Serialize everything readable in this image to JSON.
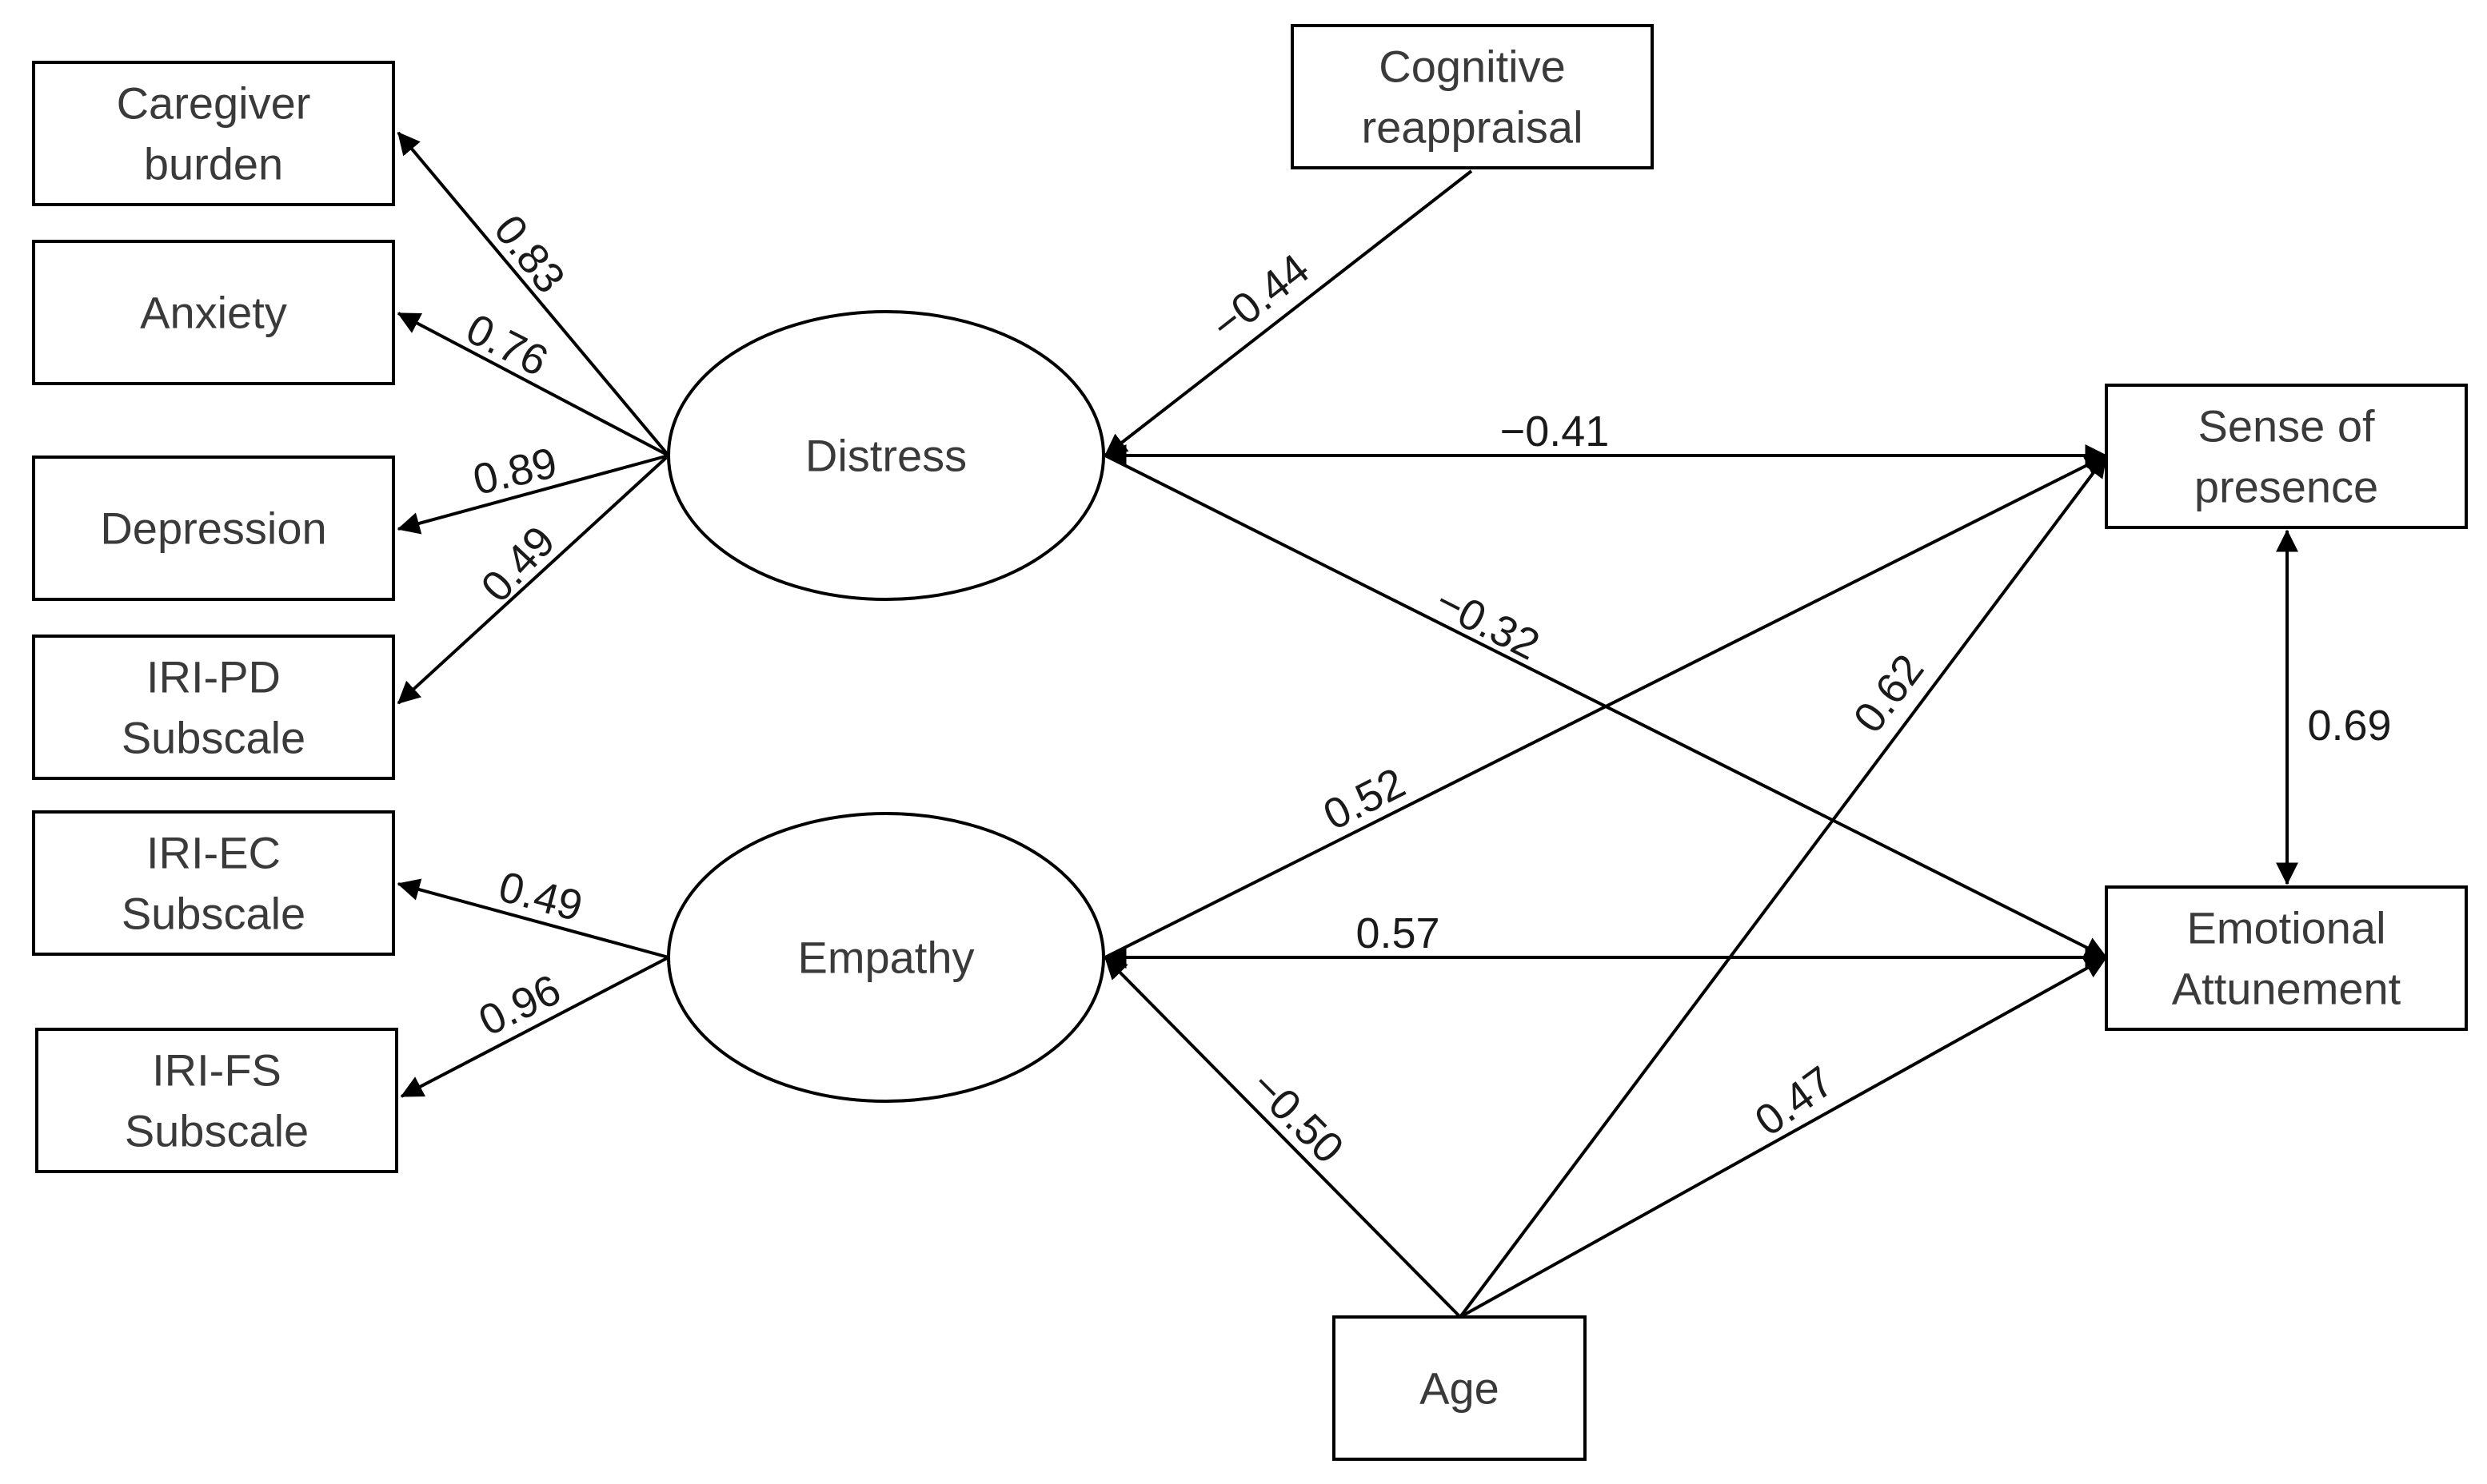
{
  "nodes": {
    "caregiver_burden": {
      "lines": [
        "Caregiver",
        "burden"
      ],
      "shape": "box"
    },
    "anxiety": {
      "lines": [
        "Anxiety"
      ],
      "shape": "box"
    },
    "depression": {
      "lines": [
        "Depression"
      ],
      "shape": "box"
    },
    "iri_pd": {
      "lines": [
        "IRI-PD",
        "Subscale"
      ],
      "shape": "box"
    },
    "iri_ec": {
      "lines": [
        "IRI-EC",
        "Subscale"
      ],
      "shape": "box"
    },
    "iri_fs": {
      "lines": [
        "IRI-FS",
        "Subscale"
      ],
      "shape": "box"
    },
    "distress": {
      "lines": [
        "Distress"
      ],
      "shape": "ellipse"
    },
    "empathy": {
      "lines": [
        "Empathy"
      ],
      "shape": "ellipse"
    },
    "cognitive_reappraisal": {
      "lines": [
        "Cognitive",
        "reappraisal"
      ],
      "shape": "box"
    },
    "sense_of_presence": {
      "lines": [
        "Sense of",
        "presence"
      ],
      "shape": "box"
    },
    "emotional_attunement": {
      "lines": [
        "Emotional",
        "Attunement"
      ],
      "shape": "box"
    },
    "age": {
      "lines": [
        "Age"
      ],
      "shape": "box"
    }
  },
  "paths": [
    {
      "id": "distress-caregiver-burden",
      "from": "distress",
      "to": "caregiver_burden",
      "coef": "0.83",
      "bidirectional": false
    },
    {
      "id": "distress-anxiety",
      "from": "distress",
      "to": "anxiety",
      "coef": "0.76",
      "bidirectional": false
    },
    {
      "id": "distress-depression",
      "from": "distress",
      "to": "depression",
      "coef": "0.89",
      "bidirectional": false
    },
    {
      "id": "distress-iri-pd",
      "from": "distress",
      "to": "iri_pd",
      "coef": "0.49",
      "bidirectional": false
    },
    {
      "id": "empathy-iri-ec",
      "from": "empathy",
      "to": "iri_ec",
      "coef": "0.49",
      "bidirectional": false
    },
    {
      "id": "empathy-iri-fs",
      "from": "empathy",
      "to": "iri_fs",
      "coef": "0.96",
      "bidirectional": false
    },
    {
      "id": "cognitive-reappraisal-distress",
      "from": "cognitive_reappraisal",
      "to": "distress",
      "coef": "−0.44",
      "bidirectional": false
    },
    {
      "id": "distress-sense-of-presence",
      "from": "distress",
      "to": "sense_of_presence",
      "coef": "−0.41",
      "bidirectional": true
    },
    {
      "id": "distress-emotional-attunement",
      "from": "distress",
      "to": "emotional_attunement",
      "coef": "−0.32",
      "bidirectional": false
    },
    {
      "id": "empathy-sense-of-presence",
      "from": "empathy",
      "to": "sense_of_presence",
      "coef": "0.52",
      "bidirectional": false
    },
    {
      "id": "empathy-emotional-attunement",
      "from": "empathy",
      "to": "emotional_attunement",
      "coef": "0.57",
      "bidirectional": true
    },
    {
      "id": "age-empathy",
      "from": "age",
      "to": "empathy",
      "coef": "−0.50",
      "bidirectional": false
    },
    {
      "id": "age-sense-of-presence",
      "from": "age",
      "to": "sense_of_presence",
      "coef": "0.62",
      "bidirectional": false
    },
    {
      "id": "age-emotional-attunement",
      "from": "age",
      "to": "emotional_attunement",
      "coef": "0.47",
      "bidirectional": false
    },
    {
      "id": "presence-attunement",
      "from": "sense_of_presence",
      "to": "emotional_attunement",
      "coef": "0.69",
      "bidirectional": true
    }
  ]
}
